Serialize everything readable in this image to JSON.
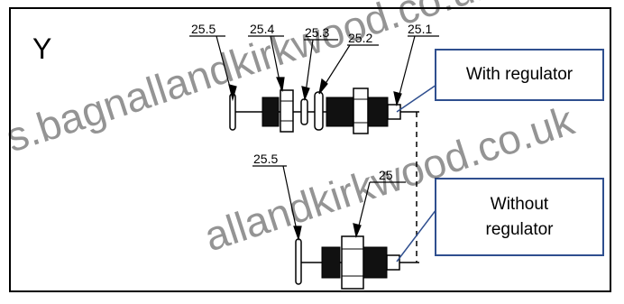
{
  "section_letter": "Y",
  "part_labels": [
    "25.5",
    "25.4",
    "25.3",
    "25.2",
    "25.1",
    "25.5",
    "25"
  ],
  "callouts": {
    "with": "With regulator",
    "without_line1": "Without",
    "without_line2": "regulator"
  },
  "watermarks": [
    "s.bagnallandkirkwood.co.uk",
    "allandkirkwood.co.uk"
  ],
  "colors": {
    "callout_border": "#2f4f8f",
    "frame": "#000000",
    "line": "#000000"
  }
}
